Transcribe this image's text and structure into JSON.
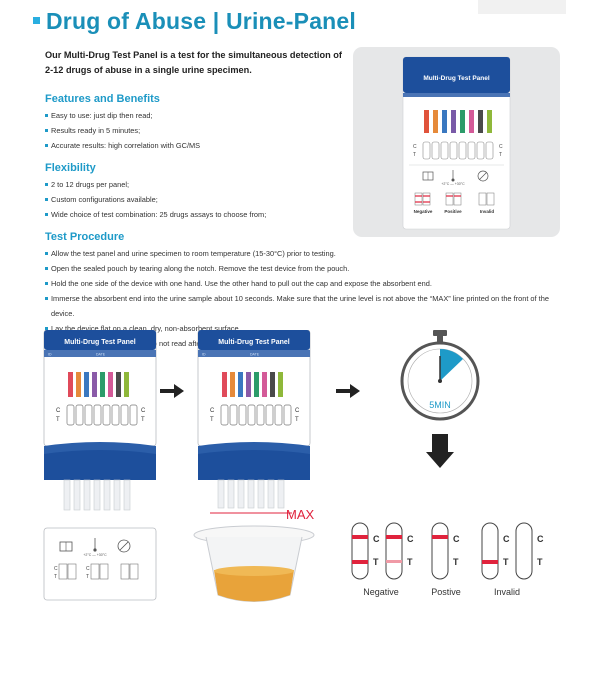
{
  "title": "Drug of Abuse | Urine-Panel",
  "intro": "Our Multi-Drug Test Panel is a test for the simultaneous detection of 2-12 drugs of abuse in a single urine specimen.",
  "features": {
    "heading": "Features and Benefits",
    "items": [
      "Easy to use: just dip then read;",
      "Results ready in 5 minutes;",
      "Accurate results: high correlation with GC/MS"
    ]
  },
  "flexibility": {
    "heading": "Flexibility",
    "items": [
      "2 to 12 drugs per panel;",
      "Custom configurations available;",
      "Wide choice of test combination: 25 drugs assays to choose from;"
    ]
  },
  "procedure": {
    "heading": "Test Procedure",
    "items": [
      "Allow the test panel and urine specimen to room temperature (15-30°C) prior to testing.",
      "Open the sealed pouch by tearing along the notch. Remove the test device from the pouch.",
      "Hold the one side of the device with one hand. Use the other hand to pull out the cap and expose the absorbent end.",
      "Immerse the absorbent end into the urine sample about 10 seconds. Make sure that the urine level is not above the “MAX” line printed on the front of the device.",
      "Lay the device flat on a clean, dry, non-absorbent surface.",
      "Read the result at 5 minutes. Do not read after 10 minutes."
    ]
  },
  "device": {
    "label": "Multi-Drug Test Panel",
    "id_text": "ID",
    "date_text": "DATE",
    "c": "C",
    "t": "T",
    "temp": "+2°C — +30°C"
  },
  "card_results": {
    "negative": "Negative",
    "positive": "Positive",
    "invalid": "Invalid"
  },
  "max_label": "MAX",
  "timer_label": "5MIN",
  "results": {
    "c": "C",
    "t": "T",
    "negative": "Negative",
    "positive": "Postive",
    "invalid": "Invalid"
  },
  "colors": {
    "title": "#1a8fb8",
    "heading": "#1e9ac8",
    "device_blue": "#1d4f9c",
    "red_line": "#e0233d",
    "urine": "#e8a33a"
  }
}
